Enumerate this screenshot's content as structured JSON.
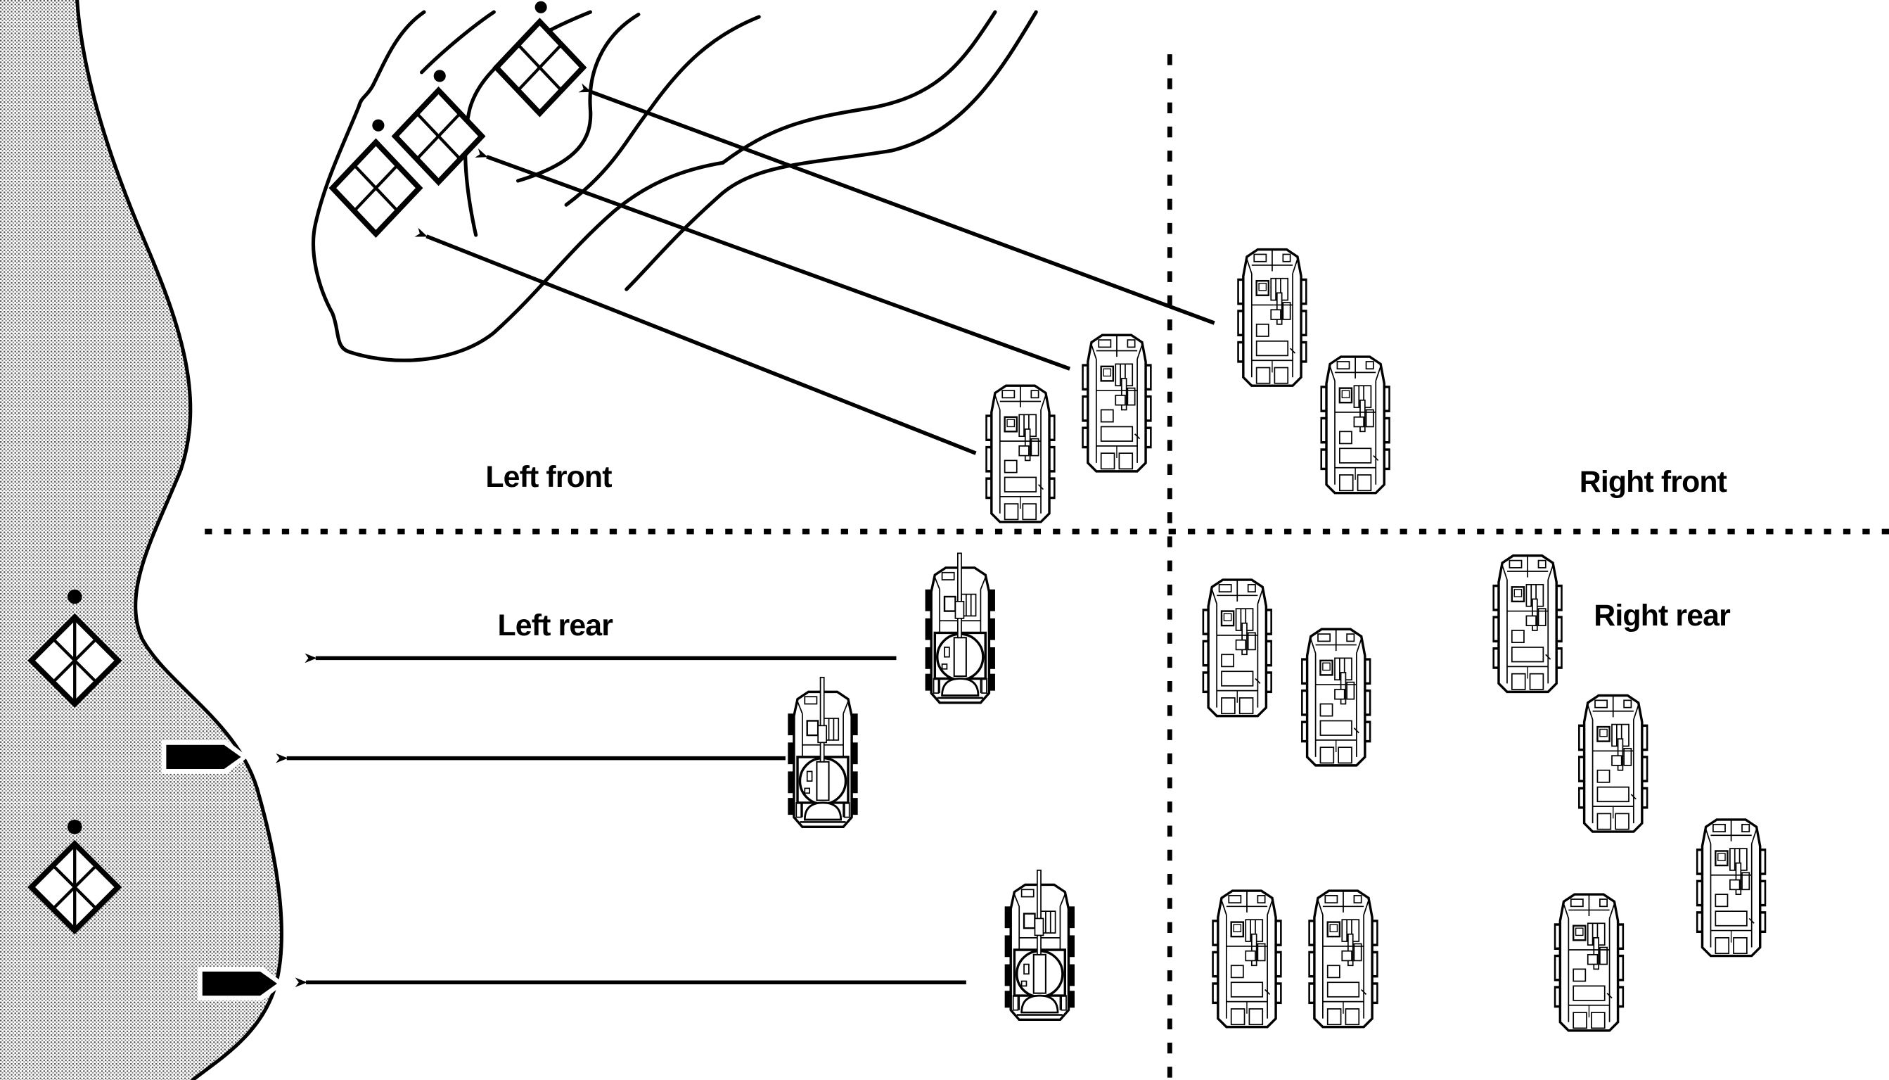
{
  "figure": {
    "type": "tactical-formation-diagram",
    "colors": {
      "ink": "#000000",
      "background": "#ffffff",
      "water_shading": "#b5b5b5"
    }
  },
  "quadrants": [
    {
      "id": "left-front",
      "label": "Left front"
    },
    {
      "id": "right-front",
      "label": "Right front"
    },
    {
      "id": "left-rear",
      "label": "Left rear"
    },
    {
      "id": "right-rear",
      "label": "Right rear"
    }
  ],
  "dividers": [
    {
      "orientation": "vertical",
      "style": "dashed"
    },
    {
      "orientation": "horizontal",
      "style": "dashed"
    }
  ],
  "terrain": {
    "water_area": {
      "side": "left",
      "shading": "stippled-gray"
    },
    "hill": {
      "contour_lines": 5,
      "position": "top-center"
    }
  },
  "targets": {
    "hill_positions": [
      {
        "symbol": "diamond-grid-icon",
        "marker": "dot"
      },
      {
        "symbol": "diamond-grid-icon",
        "marker": "dot"
      },
      {
        "symbol": "diamond-grid-icon",
        "marker": "dot"
      }
    ],
    "shore_positions": [
      {
        "symbol": "diamond-star-icon",
        "marker": "dot"
      },
      {
        "symbol": "diamond-star-icon",
        "marker": "dot"
      }
    ],
    "boats": [
      {
        "symbol": "boat-icon",
        "fill": "#000000"
      },
      {
        "symbol": "boat-icon",
        "fill": "#000000"
      }
    ]
  },
  "vehicles": {
    "apc_count": 12,
    "turreted_count": 3,
    "apc": [
      {
        "quadrant": "left-front",
        "firing_at": "hill-target-1"
      },
      {
        "quadrant": "left-front",
        "firing_at": "hill-target-2"
      },
      {
        "quadrant": "right-front",
        "firing_at": "hill-target-3"
      },
      {
        "quadrant": "right-front",
        "firing_at": null
      },
      {
        "quadrant": "right-rear",
        "firing_at": null
      },
      {
        "quadrant": "right-rear",
        "firing_at": null
      },
      {
        "quadrant": "right-rear",
        "firing_at": null
      },
      {
        "quadrant": "right-rear",
        "firing_at": null
      },
      {
        "quadrant": "right-rear",
        "firing_at": null
      },
      {
        "quadrant": "right-rear",
        "firing_at": null
      },
      {
        "quadrant": "right-rear",
        "firing_at": null
      },
      {
        "quadrant": "right-rear",
        "firing_at": null
      }
    ],
    "turreted": [
      {
        "quadrant": "left-rear",
        "firing_at": "shore"
      },
      {
        "quadrant": "left-rear",
        "firing_at": "boat-1"
      },
      {
        "quadrant": "left-rear",
        "firing_at": "boat-2"
      }
    ]
  },
  "fire_arrows": {
    "front_count": 3,
    "rear_count": 3,
    "direction_front": "up-left",
    "direction_rear": "left"
  }
}
